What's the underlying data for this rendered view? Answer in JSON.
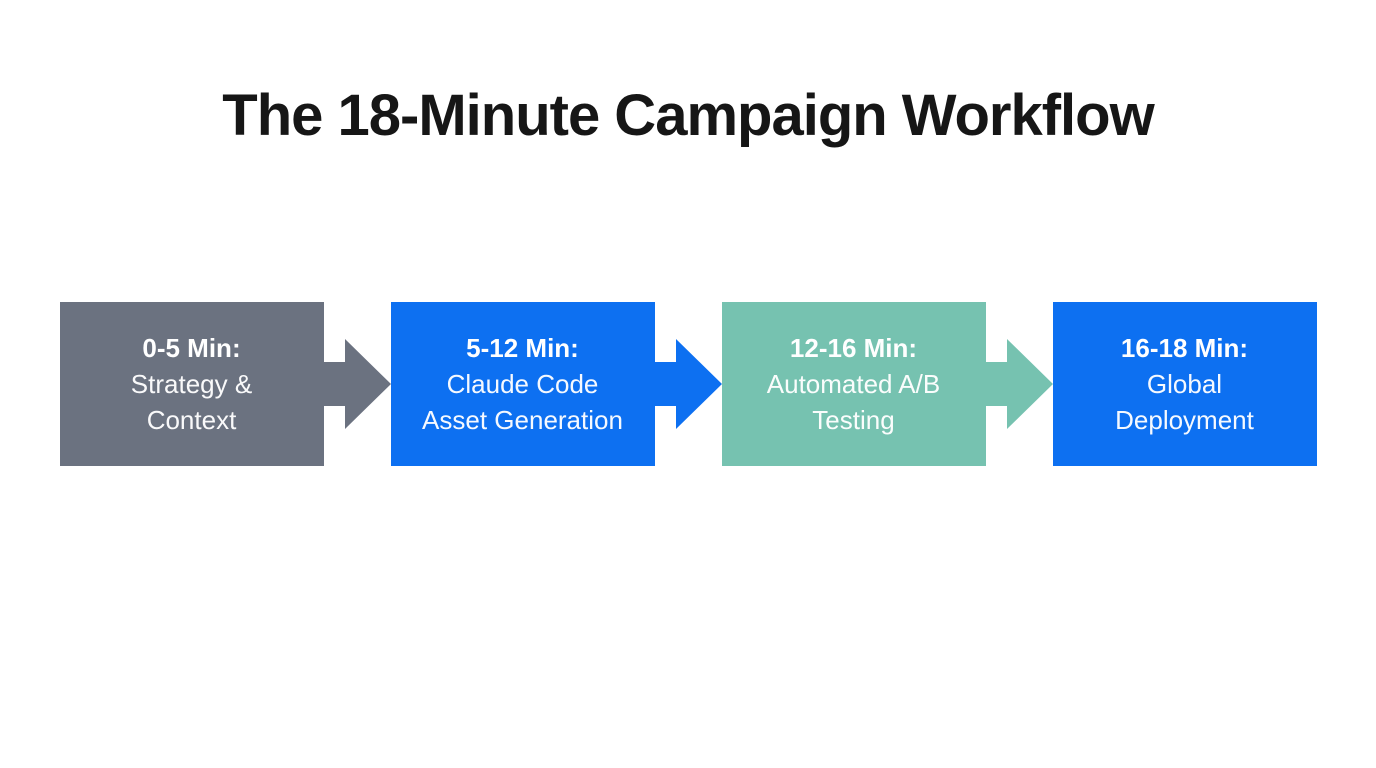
{
  "title": "The 18-Minute Campaign Workflow",
  "colors": {
    "background": "#ffffff",
    "title_text": "#161616",
    "step_text": "#ffffff",
    "gray": "#6b7280",
    "blue": "#0d70f1",
    "teal": "#76c2b0"
  },
  "workflow": {
    "steps": [
      {
        "time": "0-5 Min:",
        "line1": "Strategy &",
        "line2": "Context",
        "color": "#6b7280"
      },
      {
        "time": "5-12 Min:",
        "line1": "Claude Code",
        "line2": "Asset Generation",
        "color": "#0d70f1"
      },
      {
        "time": "12-16 Min:",
        "line1": "Automated A/B",
        "line2": "Testing",
        "color": "#76c2b0"
      },
      {
        "time": "16-18 Min:",
        "line1": "Global",
        "line2": "Deployment",
        "color": "#0d70f1"
      }
    ],
    "connectors": [
      {
        "color": "#6b7280"
      },
      {
        "color": "#0d70f1"
      },
      {
        "color": "#76c2b0"
      }
    ]
  }
}
